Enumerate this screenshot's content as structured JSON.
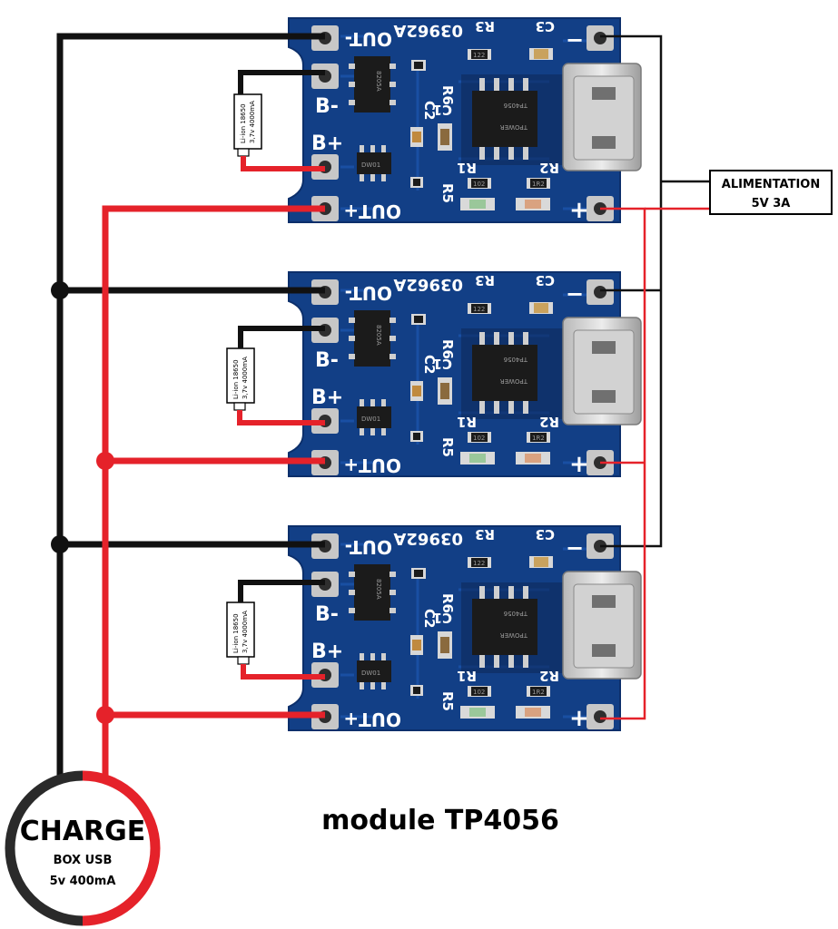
{
  "title": "module TP4056",
  "supply_box": {
    "line1": "ALIMENTATION",
    "line2": "5V 3A"
  },
  "charge_box": {
    "line1": "CHARGE",
    "line2": "BOX USB",
    "line3": "5v 400mA"
  },
  "board_labels": {
    "out_minus": "OUT-",
    "out_plus": "OUT+",
    "b_minus": "B-",
    "b_plus": "B+",
    "in_minus": "−",
    "in_plus": "+",
    "ic_code": "03962A",
    "r3": "R3",
    "c3": "C3",
    "r6": "R6",
    "c2": "C2",
    "c1": "C1",
    "r1": "R1",
    "r2": "R2",
    "r5": "R5",
    "mosfet": "8205A",
    "charger_ic_1": "TP4056",
    "charger_ic_2": "TPOWER",
    "chip_small": "DW01",
    "res_122": "122",
    "res_102": "102",
    "res_182": "1R2"
  },
  "battery": {
    "line1": "Li-ion 18650",
    "line2": "3,7v 4000mA"
  },
  "colors": {
    "pcb": "#123f86",
    "pcb_edge": "#0c2f6b",
    "wire_red": "#e5222a",
    "wire_black": "#111111"
  }
}
